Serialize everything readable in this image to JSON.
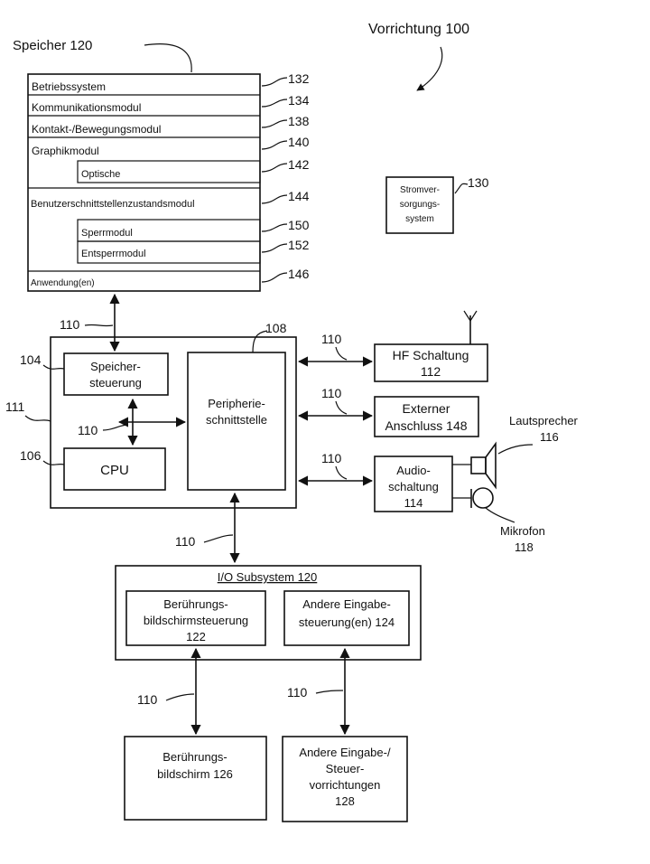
{
  "labels": {
    "device": "Vorrichtung 100",
    "memory_title": "Speicher 120",
    "bus": "110",
    "ref_132": "132",
    "ref_134": "134",
    "ref_138": "138",
    "ref_140": "140",
    "ref_142": "142",
    "ref_144": "144",
    "ref_150": "150",
    "ref_152": "152",
    "ref_146": "146",
    "ref_130": "130",
    "ref_108": "108",
    "ref_104": "104",
    "ref_106": "106",
    "ref_111": "111"
  },
  "memory_rows": {
    "os": "Betriebssystem",
    "comm": "Kommunikationsmodul",
    "contact": "Kontakt-/Bewegungsmodul",
    "graphics": "Graphikmodul",
    "optical": "Optische",
    "ui_state": "Benutzerschnittstellenzustandsmodul",
    "lock": "Sperrmodul",
    "unlock": "Entsperrmodul",
    "apps": "Anwendung(en)"
  },
  "power": [
    "Stromver-",
    "sorgungs-",
    "system"
  ],
  "controller": {
    "memctrl": [
      "Speicher-",
      "steuerung"
    ],
    "cpu": "CPU",
    "periph": [
      "Peripherie-",
      "schnittstelle"
    ]
  },
  "rf": [
    "HF Schaltung",
    "112"
  ],
  "ext_port": [
    "Externer",
    "Anschluss 148"
  ],
  "audio": [
    "Audio-",
    "schaltung",
    "114"
  ],
  "speaker": [
    "Lautsprecher",
    "116"
  ],
  "mic": [
    "Mikrofon",
    "118"
  ],
  "io": {
    "title": "I/O Subsystem 120",
    "touch_ctrl": [
      "Berührungs-",
      "bildschirmsteuerung",
      "122"
    ],
    "other_ctrl": [
      "Andere Eingabe-",
      "steuerung(en) 124"
    ]
  },
  "touchscreen": [
    "Berührungs-",
    "bildschirm 126"
  ],
  "other_devices": [
    "Andere Eingabe-/",
    "Steuer-",
    "vorrichtungen",
    "128"
  ]
}
